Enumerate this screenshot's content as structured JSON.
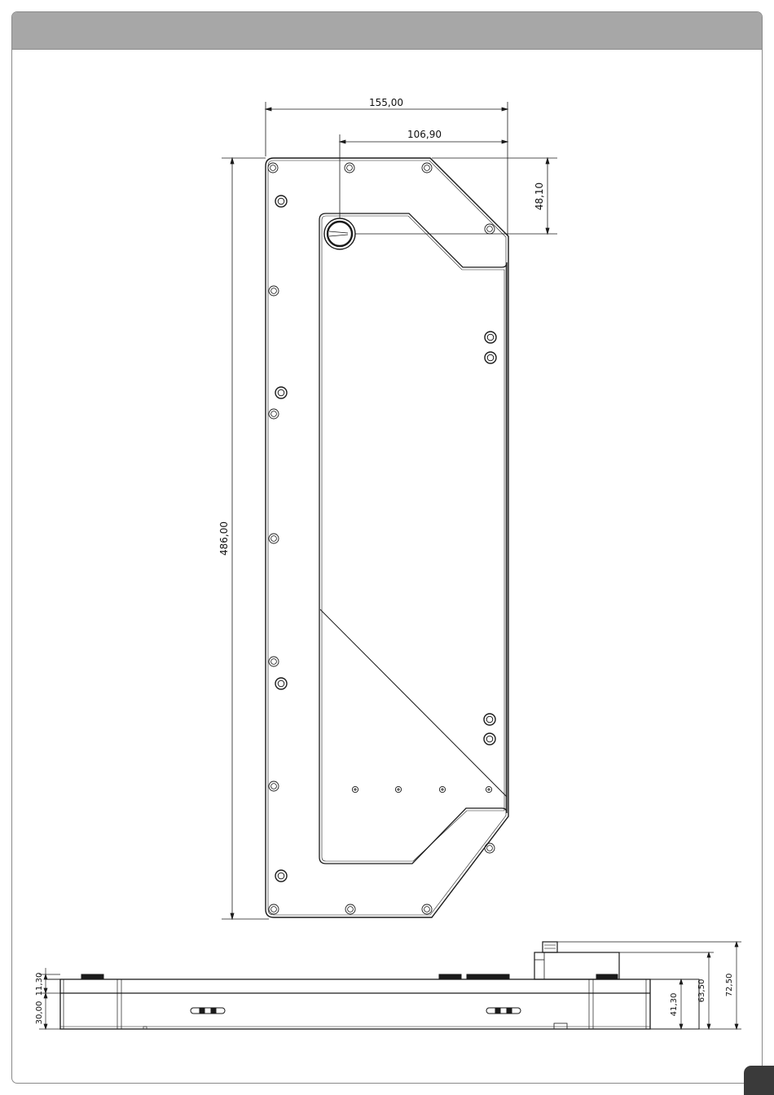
{
  "top_view": {
    "dims": {
      "width": "155,00",
      "port_offset": "106,90",
      "port_depth": "48,10",
      "length": "486,00"
    }
  },
  "side_view": {
    "dims": {
      "top_gap": "11,30",
      "body_height": "30,00",
      "terminal_height": "41,30",
      "fitting_height": "63,50",
      "total_height": "72,50"
    }
  },
  "colors": {
    "header": "#a7a7a7",
    "line": "#1a1a1a",
    "corner": "#3a3a3a"
  }
}
